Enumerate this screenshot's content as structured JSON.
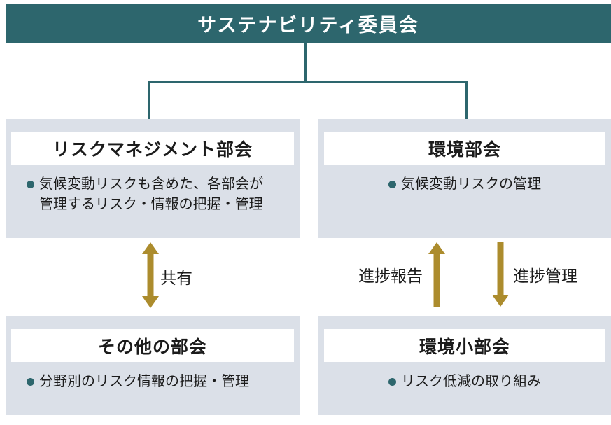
{
  "committee": {
    "title": "サステナビリティ委員会"
  },
  "boxes": [
    {
      "title": "リスクマネジメント部会",
      "bullet_lines": [
        "気候変動リスクも含めた、各部会が",
        "管理するリスク・情報の把握・管理"
      ]
    },
    {
      "title": "環境部会",
      "bullet_lines": [
        "気候変動リスクの管理"
      ]
    },
    {
      "title": "その他の部会",
      "bullet_lines": [
        "分野別のリスク情報の把握・管理"
      ]
    },
    {
      "title": "環境小部会",
      "bullet_lines": [
        "リスク低減の取り組み"
      ]
    }
  ],
  "arrows": {
    "share": {
      "label": "共有",
      "direction": "both"
    },
    "report": {
      "label": "進捗報告",
      "direction": "up"
    },
    "manage": {
      "label": "進捗管理",
      "direction": "down"
    }
  },
  "colors": {
    "header_teal": "#2d666d",
    "arrow_gold": "#ac8c2d",
    "panel_bg": "#dbe0e8"
  }
}
